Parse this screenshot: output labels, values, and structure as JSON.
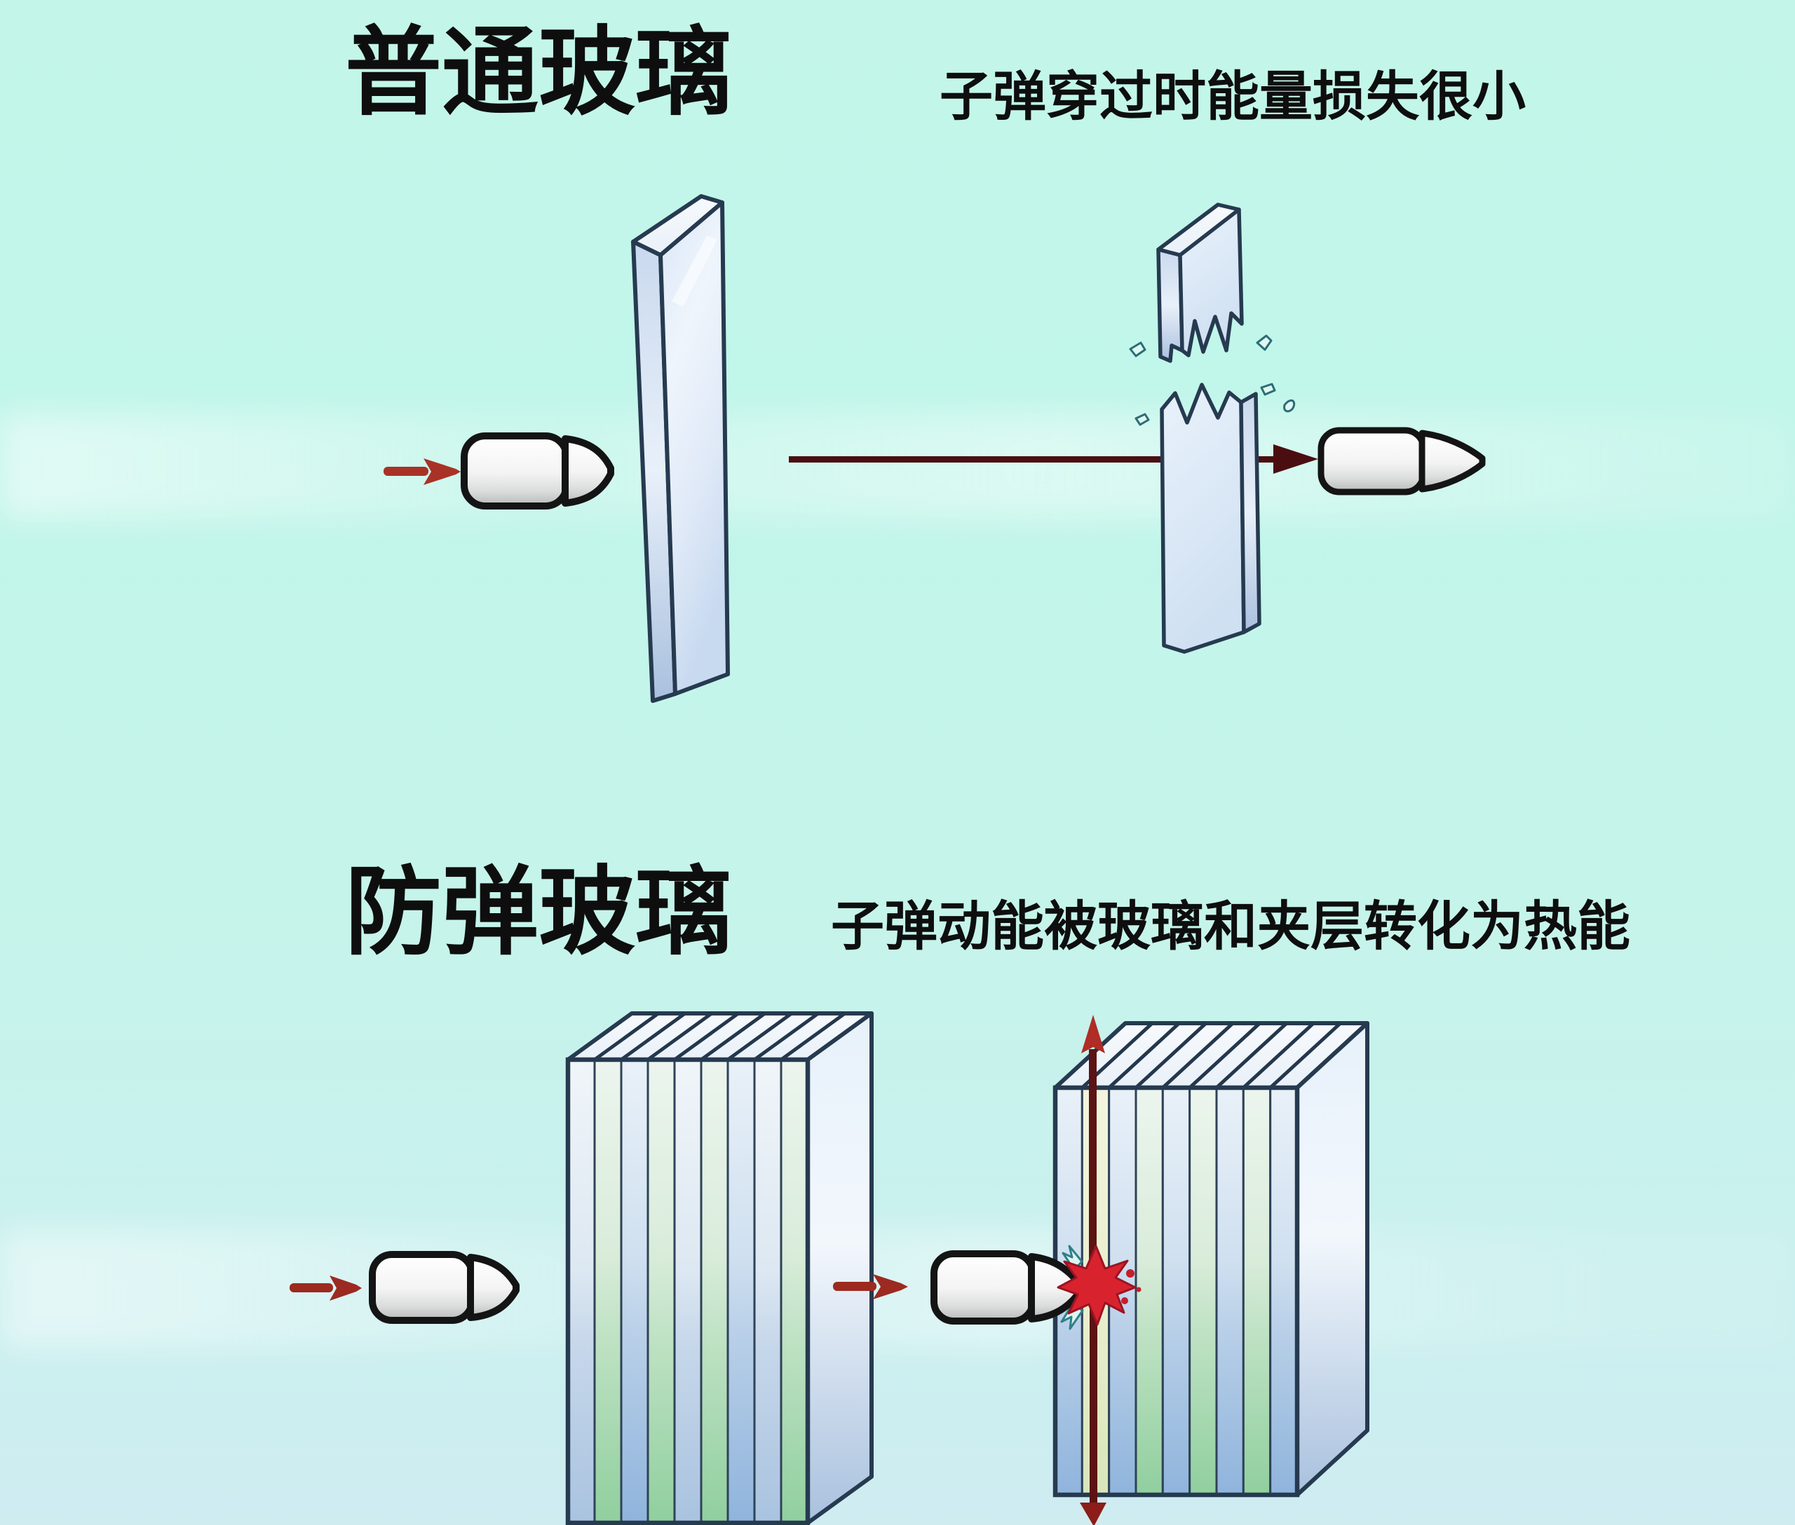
{
  "page": {
    "kind": "educational-diagram",
    "background_color": "#c3f6e9"
  },
  "sections": {
    "ordinary": {
      "title": "普通玻璃",
      "caption": "子弹穿过时能量损失很小"
    },
    "bulletproof": {
      "title": "防弹玻璃",
      "caption": "子弹动能被玻璃和夹层转化为热能"
    }
  },
  "colors": {
    "text": "#0e0e0e",
    "background": "#c3f6e9",
    "arrow_red": "#a93226",
    "trajectory_dark_red": "#4a0e10",
    "energy_arrow_red": "#5b1413",
    "impact_star_red": "#d8232f",
    "glass_outline": "#263a50",
    "glass_blue": "#93b7dc",
    "glass_green": "#90cf9e",
    "interlayer_cream": "#e7ecc8",
    "bullet_body": "#f4f4f4"
  },
  "icons": [
    "bullet-icon",
    "glass-pane-icon",
    "shattered-glass-icon",
    "layered-glass-block-icon",
    "motion-arrow-icon",
    "trajectory-arrow-icon",
    "impact-burst-icon",
    "energy-dissipation-arrow-icon"
  ]
}
